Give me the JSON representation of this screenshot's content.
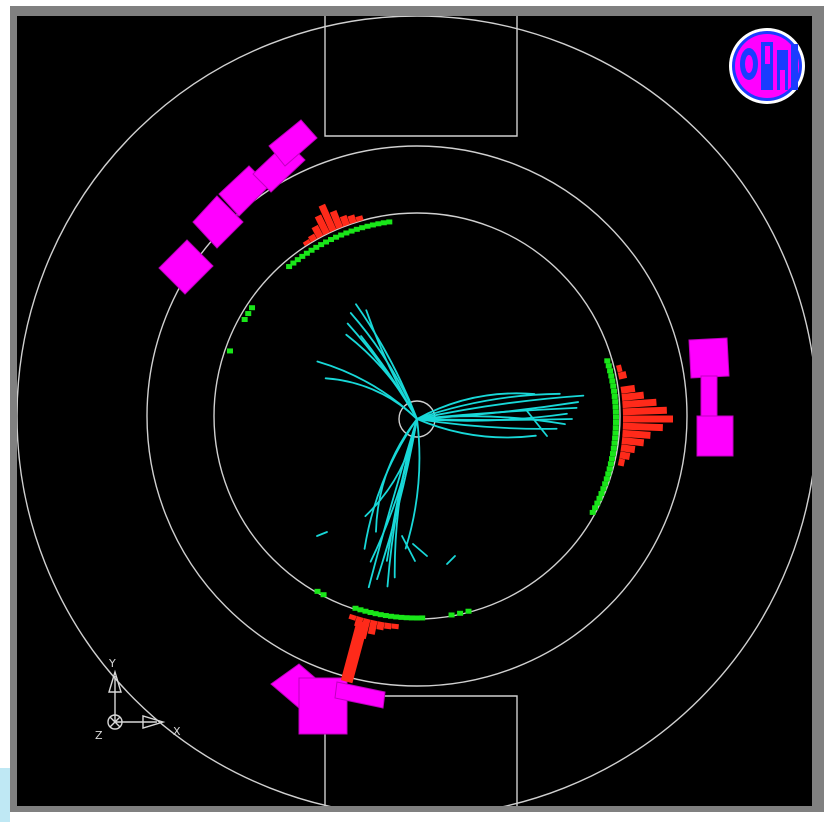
{
  "logo": {
    "text": "OPAL",
    "colors": {
      "ring": "#ffffff",
      "fill": "#ff00ff",
      "inner": "#1a3cff"
    }
  },
  "colors": {
    "background": "#000000",
    "frame": "#808080",
    "detector_outline": "#d0d0d0",
    "tracks": "#18d8d8",
    "hits_green": "#19e619",
    "ecal_red": "#ff2a1a",
    "hcal_magenta": "#ff00ff"
  },
  "axis_triad": {
    "x": "X",
    "y": "Y",
    "z": "Z"
  },
  "event": {
    "jets": 3
  }
}
